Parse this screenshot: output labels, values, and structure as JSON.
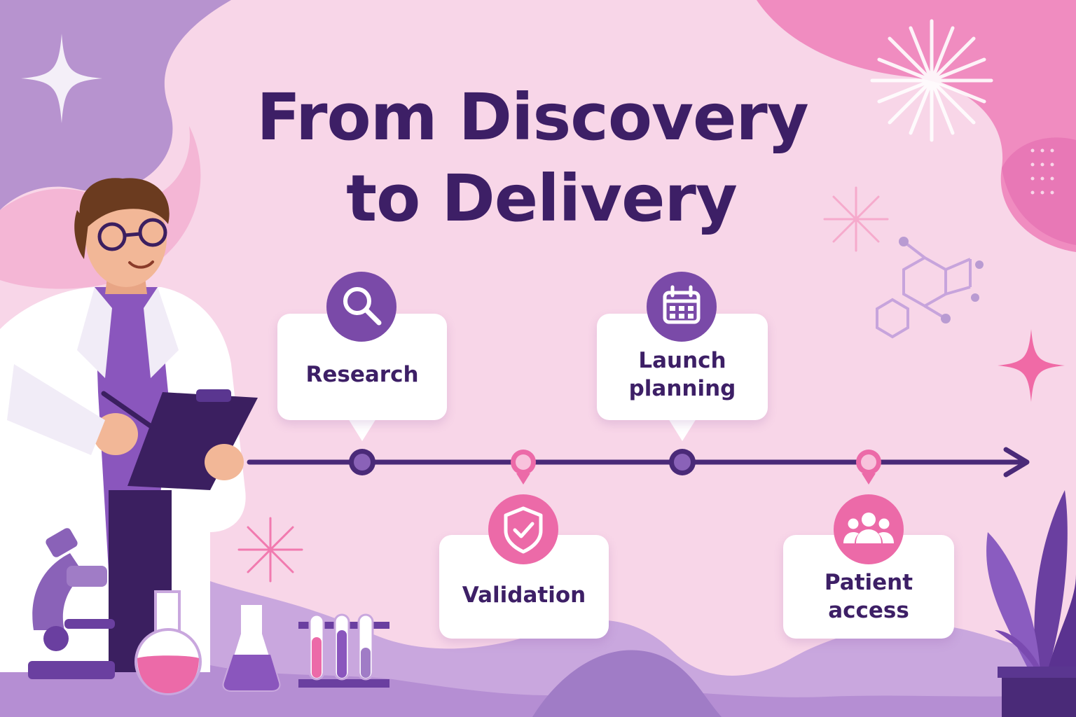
{
  "title": {
    "line1": "From Discovery",
    "line2": "to Delivery"
  },
  "stages": [
    {
      "label": "Research",
      "icon": "magnifier-icon",
      "accent": "#7a4aa8"
    },
    {
      "label": "Validation",
      "icon": "shield-check-icon",
      "accent": "#ec6aa8"
    },
    {
      "label": "Launch\nplanning",
      "icon": "calendar-icon",
      "accent": "#7a4aa8"
    },
    {
      "label": "Patient\naccess",
      "icon": "people-icon",
      "accent": "#ec6aa8"
    }
  ],
  "colors": {
    "title": "#3d1f66",
    "timeline": "#4a2a78",
    "purple_accent": "#7a4aa8",
    "pink_accent": "#ec6aa8",
    "background": "#f8d6e8"
  }
}
